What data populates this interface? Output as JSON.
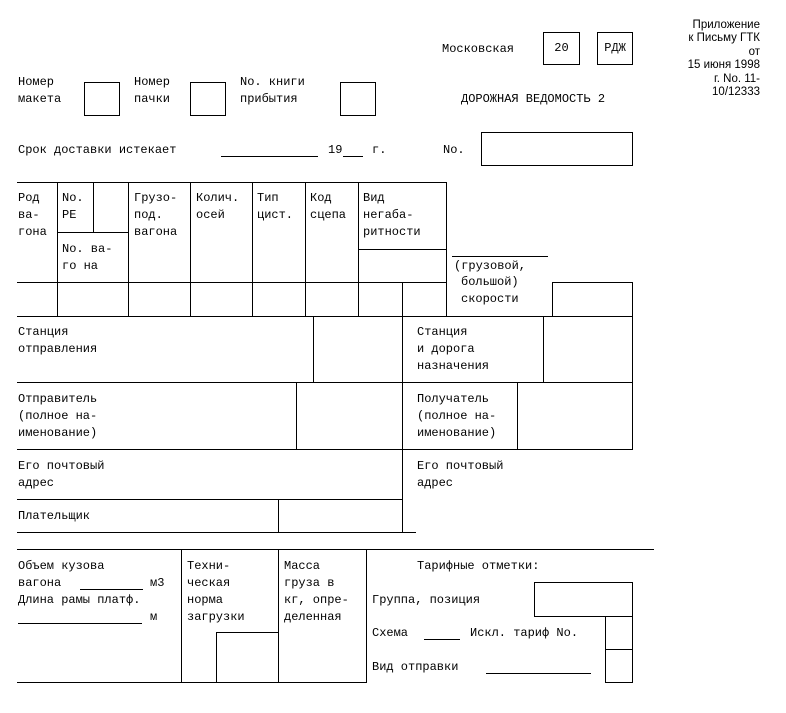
{
  "appendix": {
    "line1": "Приложение",
    "line2": "к Письму ГТК",
    "line3": "от",
    "line4": "15 июня 1998",
    "line5": "г. No. 11-",
    "line6": "10/12333"
  },
  "header": {
    "road_label": "Московская",
    "road_code": "20",
    "road_abbr": "РДЖ",
    "title": "ДОРОЖНАЯ ВЕДОМОСТЬ 2",
    "maket_l1": "Номер",
    "maket_l2": "макета",
    "pachka_l1": "Номер",
    "pachka_l2": "пачки",
    "kniga_l1": "No. книги",
    "kniga_l2": "прибытия"
  },
  "deadline": {
    "label": "Срок доставки истекает",
    "year_prefix": "19",
    "year_suffix": "г.",
    "no_label": "No."
  },
  "wagon_table": {
    "col_rod_l1": "Род",
    "col_rod_l2": "ва-",
    "col_rod_l3": "гона",
    "col_re_l1": "No.",
    "col_re_l2": "РЕ",
    "col_nowag_l1": "No. ва-",
    "col_nowag_l2": "го на",
    "col_gruz_l1": "Грузо-",
    "col_gruz_l2": "под.",
    "col_gruz_l3": "вагона",
    "col_kol_l1": "Колич.",
    "col_kol_l2": "осей",
    "col_tip_l1": "Тип",
    "col_tip_l2": "цист.",
    "col_kod_l1": "Код",
    "col_kod_l2": "сцепа",
    "col_vid_l1": "Вид",
    "col_vid_l2": "негаба-",
    "col_vid_l3": "ритности",
    "speed_l1": "(грузовой,",
    "speed_l2": "большой)",
    "speed_l3": "скорости"
  },
  "stations": {
    "from_l1": "Станция",
    "from_l2": "отправления",
    "to_l1": "Станция",
    "to_l2": "и дорога",
    "to_l3": "назначения"
  },
  "parties": {
    "sender_l1": "Отправитель",
    "sender_l2": "(полное на-",
    "sender_l3": "именование)",
    "receiver_l1": "Получатель",
    "receiver_l2": "(полное на-",
    "receiver_l3": "именование)",
    "sender_addr_l1": "Его почтовый",
    "sender_addr_l2": "адрес",
    "receiver_addr_l1": "Его почтовый",
    "receiver_addr_l2": "адрес",
    "payer": "Плательщик"
  },
  "bottom": {
    "volume_l1": "Объем кузова",
    "volume_l2a": "вагона",
    "volume_unit": "м3",
    "frame_l1": "Длина рамы платф.",
    "frame_unit": "м",
    "tech_l1": "Техни-",
    "tech_l2": "ческая",
    "tech_l3": "норма",
    "tech_l4": "загрузки",
    "mass_l1": "Масса",
    "mass_l2": "груза в",
    "mass_l3": "кг, опре-",
    "mass_l4": "деленная",
    "tariff_title": "Тарифные отметки:",
    "group_label": "Группа, позиция",
    "scheme_label": "Схема",
    "excl_label": "Искл. тариф No.",
    "dispatch_label": "Вид отправки"
  }
}
